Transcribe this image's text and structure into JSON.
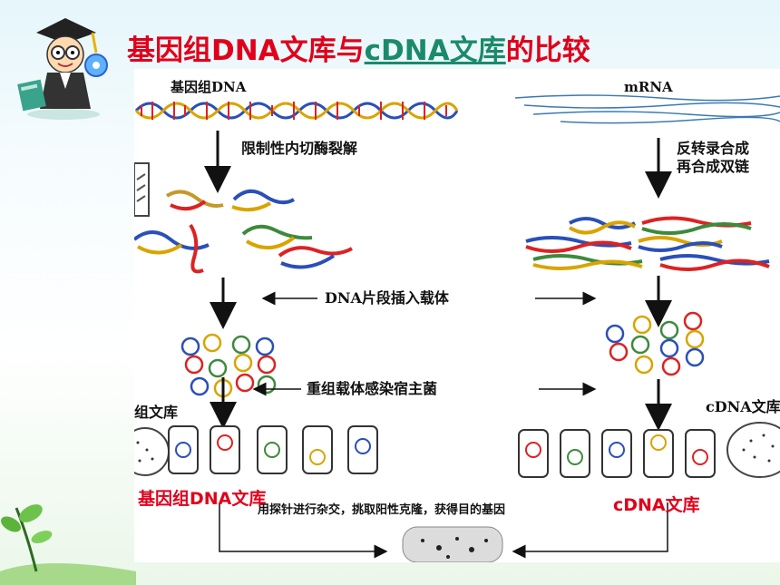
{
  "title": {
    "part1": "基因组DNA文库与",
    "link": "cDNA文库",
    "part2": "的比较"
  },
  "diagram": {
    "left_source": "基因组DNA",
    "right_source": "mRNA",
    "left_step": "限制性内切酶裂解",
    "right_step_line1": "反转录合成",
    "right_step_line2": "再合成双链",
    "middle_step1": "DNA片段插入载体",
    "middle_step2": "重组载体感染宿主菌",
    "left_library_caption": "组文库",
    "right_library_caption": "cDNA文库",
    "hybrid_step": "用探针进行杂交，挑取阳性克隆，获得目的基因"
  },
  "labels": {
    "left_library": "基因组DNA文库",
    "right_library": "cDNA文库"
  },
  "colors": {
    "title_red": "#e0001b",
    "link_green": "#1a8a6a"
  },
  "icons": [
    "mascot-teacher-icon",
    "cd-disc-icon",
    "plant-sprout-icon"
  ]
}
